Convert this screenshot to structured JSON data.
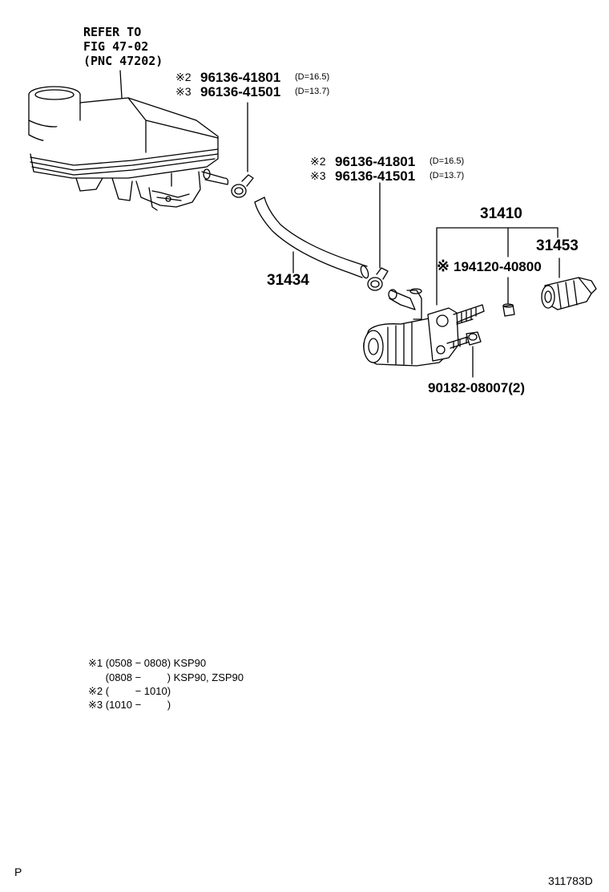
{
  "refer": {
    "line1": "REFER TO",
    "line2": "FIG 47-02",
    "line3": "(PNC 47202)"
  },
  "clamp_top": {
    "a_mark": "※2",
    "a_part": "96136-41801",
    "a_size": "(D=16.5)",
    "b_mark": "※3",
    "b_part": "96136-41501",
    "b_size": "(D=13.7)"
  },
  "clamp_mid": {
    "a_mark": "※2",
    "a_part": "96136-41801",
    "a_size": "(D=16.5)",
    "b_mark": "※3",
    "b_part": "96136-41501",
    "b_size": "(D=13.7)"
  },
  "parts": {
    "hose": "31434",
    "cylinder_assy": "31410",
    "boot": "31453",
    "bleeder_mark": "※",
    "bleeder": "194120-40800",
    "nut": "90182-08007(2)"
  },
  "notes": [
    "※1 (0508 − 0808) KSP90",
    "      (0808 −         ) KSP90, ZSP90",
    "※2 (         − 1010)",
    "※3 (1010 −         )"
  ],
  "footer": {
    "left_code": "P",
    "fig_code": "311783D"
  }
}
